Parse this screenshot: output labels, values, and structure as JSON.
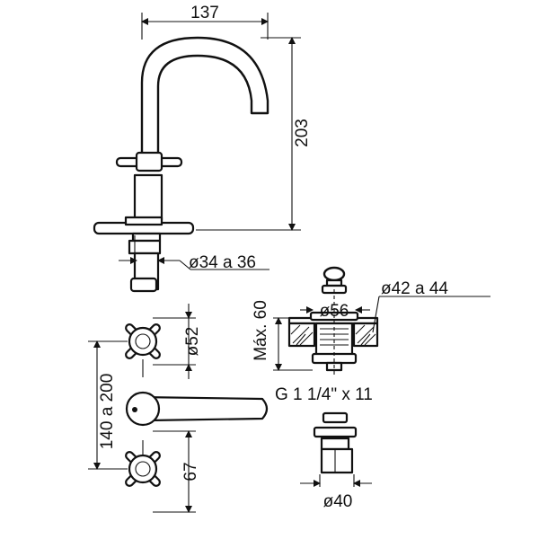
{
  "dimensions": {
    "spout_reach": "137",
    "height": "203",
    "hole_diameter": "ø34 a 36",
    "handle_diameter": "ø52",
    "handle_spacing": "140 a 200",
    "handle_offset": "67",
    "drain_hole": "ø42 a 44",
    "drain_flange": "ø56",
    "max_thickness": "Máx. 60",
    "drain_thread": "G 1 1/4\" x 11",
    "tailpiece_diameter": "ø40"
  },
  "colors": {
    "line": "#111111",
    "background": "#ffffff"
  }
}
